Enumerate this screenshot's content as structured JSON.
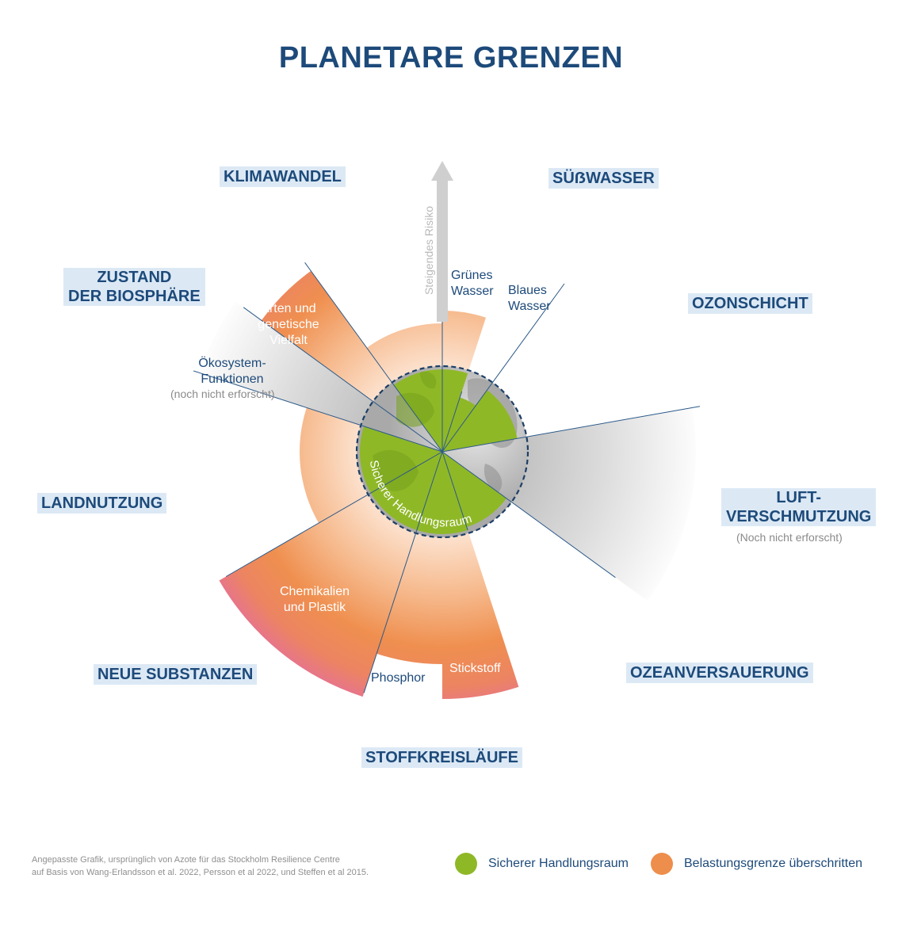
{
  "title": "PLANETARE GRENZEN",
  "categories": {
    "klimawandel": "KLIMAWANDEL",
    "suesswasser": "SÜẞWASSER",
    "ozonschicht": "OZONSCHICHT",
    "biosphaere_line1": "ZUSTAND",
    "biosphaere_line2": "DER BIOSPHÄRE",
    "landnutzung": "LANDNUTZUNG",
    "luft_line1": "LUFT-",
    "luft_line2": "VERSCHMUTZUNG",
    "luft_note": "(Noch nicht erforscht)",
    "neue_substanzen": "NEUE SUBSTANZEN",
    "ozeanversauerung": "OZEANVERSAUERUNG",
    "stoffkreislaeufe": "STOFFKREISLÄUFE"
  },
  "sublabels": {
    "gruenes_wasser": [
      "Grünes",
      "Wasser"
    ],
    "blaues_wasser": [
      "Blaues",
      "Wasser"
    ],
    "arten": [
      "Arten und",
      "genetische",
      "Vielfalt"
    ],
    "oekosystem": [
      "Ökosystem-",
      "Funktionen"
    ],
    "oekosystem_note": "(noch nicht erforscht)",
    "chemikalien": [
      "Chemikalien",
      "und Plastik"
    ],
    "phosphor": "Phosphor",
    "stickstoff": "Stickstoff"
  },
  "arrow_label": "Steigendes Risiko",
  "safe_zone_label": "Sicherer Handlungsraum",
  "legend": {
    "safe": "Sicherer Handlungsraum",
    "exceeded": "Belastungsgrenze überschritten"
  },
  "footer": {
    "line1": "Angepasste Grafik, ursprünglich von Azote für das Stockholm Resilience Centre",
    "line2": "auf Basis von Wang-Erlandsson et al. 2022, Persson et al 2022, und Steffen et al 2015."
  },
  "colors": {
    "title": "#1d4a7a",
    "safe_green": "#8fb827",
    "exceeded_orange": "#ee8e4c",
    "high_risk_pink": "#e77f93",
    "label_background": "#dce9f5",
    "not_researched_grey": "#c8c8c8"
  }
}
